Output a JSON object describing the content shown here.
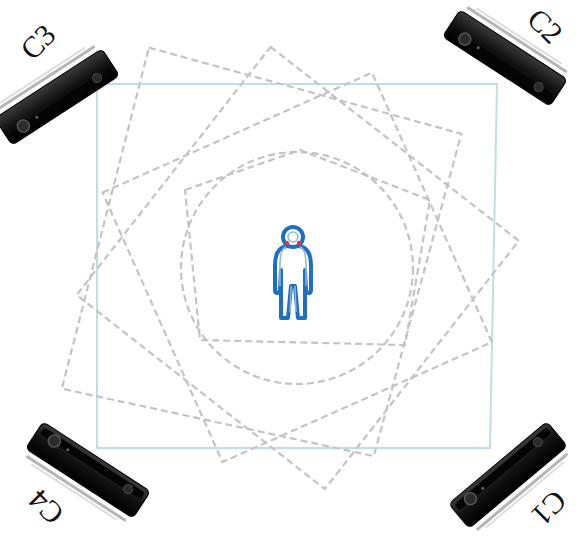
{
  "diagram": {
    "labels": [
      "C3",
      "C2",
      "C4",
      "C1"
    ]
  }
}
